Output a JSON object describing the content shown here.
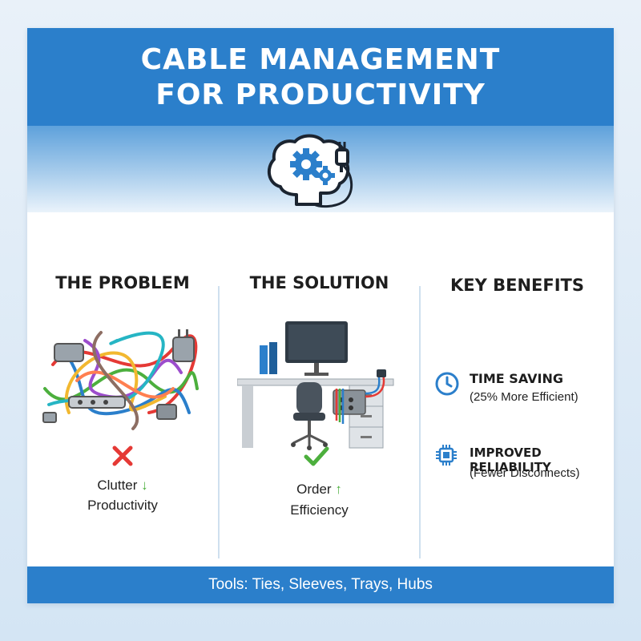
{
  "header": {
    "title_line1": "CABLE MANAGEMENT",
    "title_line2": "FOR PRODUCTIVITY"
  },
  "hero": {
    "icon": "brain-gears-plug-icon"
  },
  "problem": {
    "title": "THE PROBLEM",
    "illustration": "tangled-cables-illustration",
    "status_icon": "red-x-icon",
    "caption_word1": "Clutter",
    "caption_word2": "Productivity",
    "arrow": "down",
    "arrow_color": "#4caf3d"
  },
  "solution": {
    "title": "THE SOLUTION",
    "illustration": "organized-desk-illustration",
    "status_icon": "green-check-icon",
    "caption_word1": "Order",
    "caption_word2": "Efficiency",
    "arrow": "up",
    "arrow_color": "#4caf3d"
  },
  "benefits": {
    "title": "KEY BENEFITS",
    "items": [
      {
        "icon": "clock-icon",
        "title": "TIME SAVING",
        "subtitle": "(25% More Efficient)"
      },
      {
        "icon": "chip-icon",
        "title": "IMPROVED RELIABILITY",
        "subtitle": "(Fewer Disconnects)"
      }
    ]
  },
  "footer": {
    "text": "Tools: Ties, Sleeves, Trays, Hubs"
  },
  "colors": {
    "brand_blue": "#2b7fcb",
    "error_red": "#e53935",
    "success_green": "#4caf3d"
  }
}
